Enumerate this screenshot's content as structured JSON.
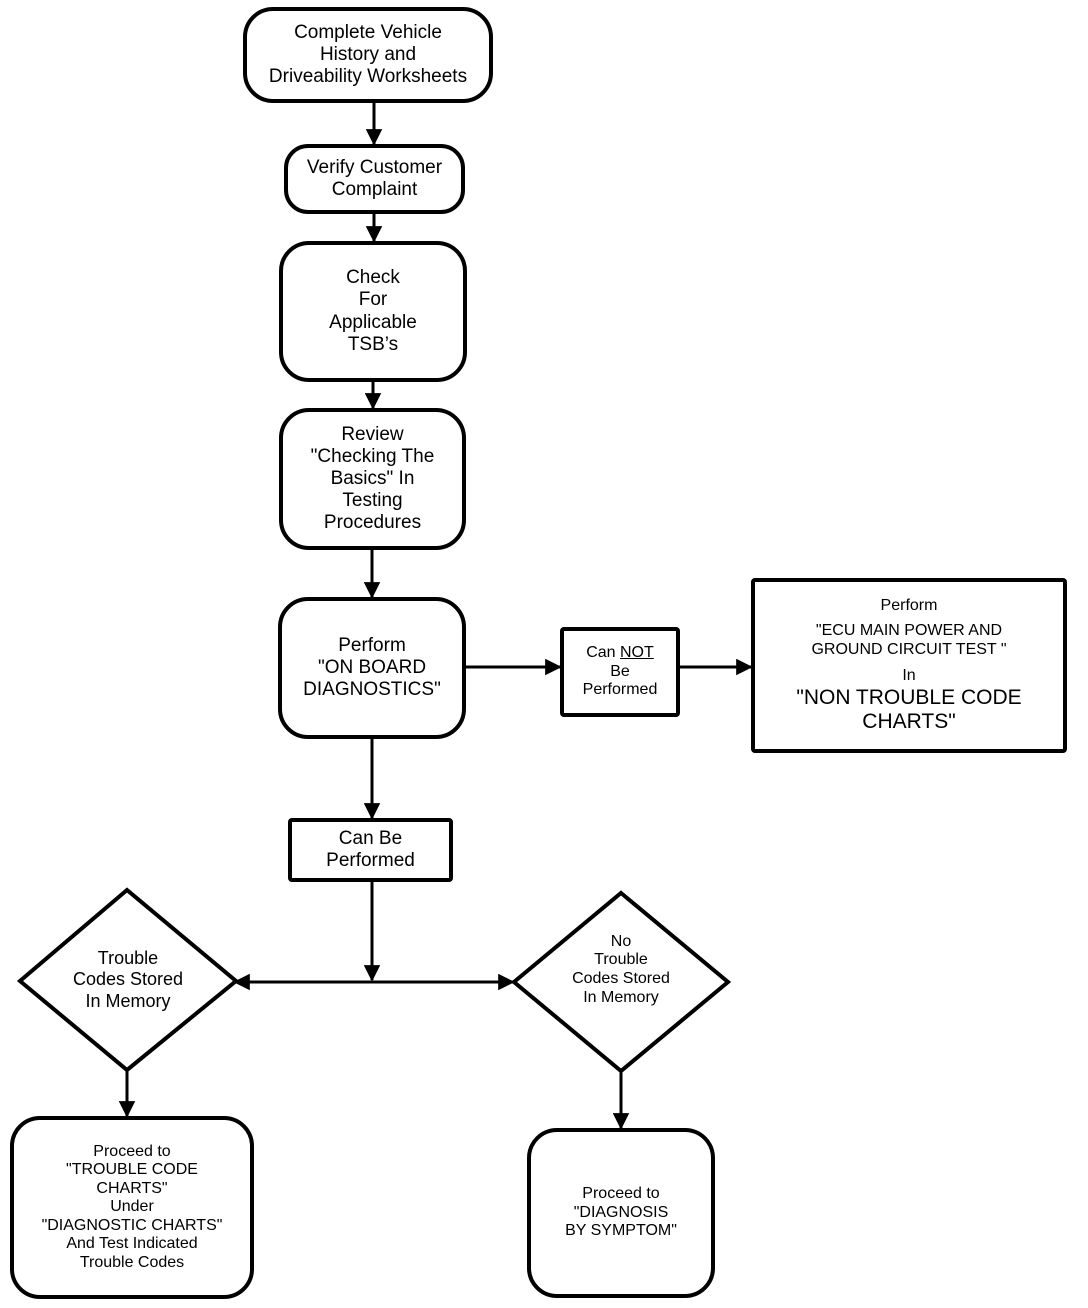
{
  "nodes": {
    "worksheets": "Complete Vehicle\nHistory and\nDriveability Worksheets",
    "verify": "Verify Customer\nComplaint",
    "tsb": "Check\nFor\nApplicable\nTSB’s",
    "review": "Review\n\"Checking The\nBasics\" In\nTesting\nProcedures",
    "obd": "Perform\n\"ON BOARD\nDIAGNOSTICS\"",
    "cannot": {
      "prefix": "Can ",
      "emph": "NOT",
      "rest": "Be\nPerformed"
    },
    "ecu": {
      "line1": "Perform",
      "line2": "\"ECU MAIN POWER AND\nGROUND CIRCUIT  TEST \"",
      "line3": "In",
      "line4": "\"NON TROUBLE CODE\nCHARTS\""
    },
    "canbe": "Can Be\nPerformed",
    "codes_stored": "Trouble\nCodes Stored\nIn Memory",
    "no_codes": "No\nTrouble\nCodes Stored\nIn Memory",
    "proceed_codes": "Proceed to\n\"TROUBLE CODE\n  CHARTS\"\nUnder\n\"DIAGNOSTIC CHARTS\"\nAnd Test Indicated\nTrouble Codes",
    "proceed_symptom": "Proceed to\n\"DIAGNOSIS\nBY SYMPTOM\""
  }
}
